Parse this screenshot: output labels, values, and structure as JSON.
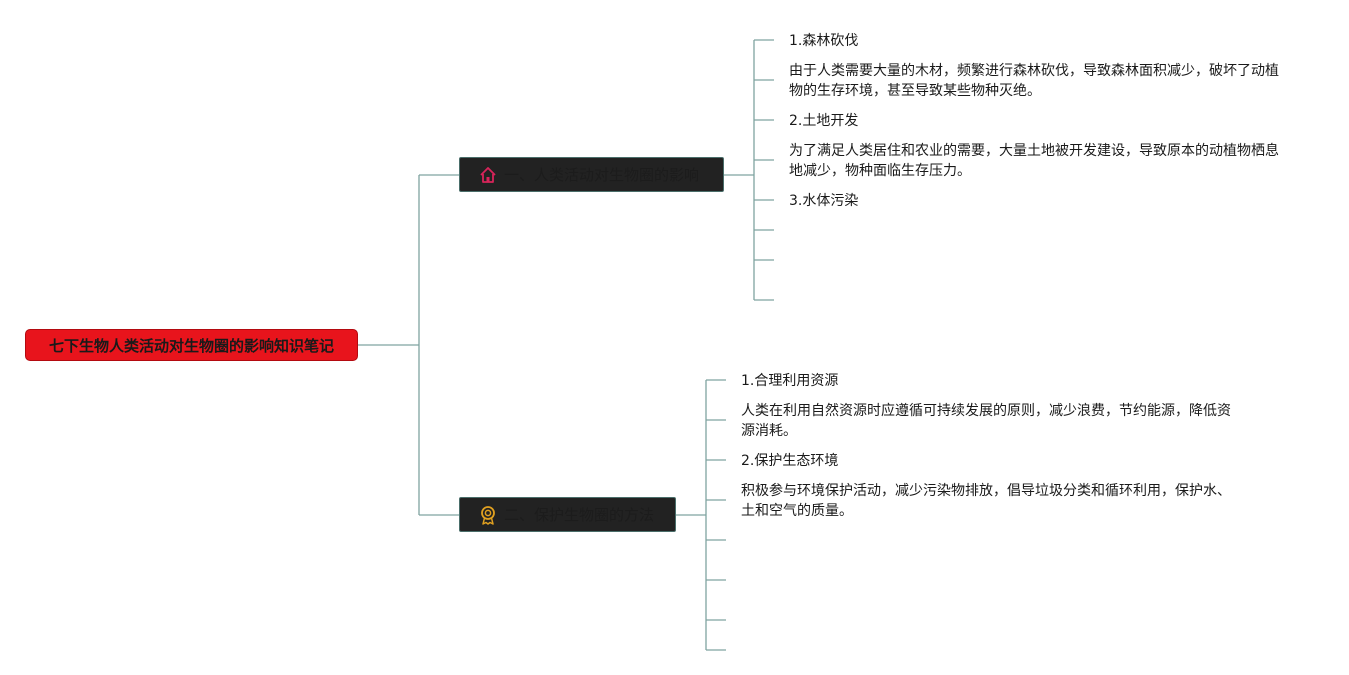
{
  "root": {
    "title": "七下生物人类活动对生物圈的影响知识笔记",
    "color": "#e8141c"
  },
  "branches": [
    {
      "label": "一、人类活动对生物圈的影响",
      "icon": "house-icon",
      "icon_color": "#d8245a",
      "items": [
        {
          "type": "title",
          "text": "1.森林砍伐"
        },
        {
          "type": "body",
          "text": "由于人类需要大量的木材，频繁进行森林砍伐，导致森林面积减少，破坏了动植物的生存环境，甚至导致某些物种灭绝。"
        },
        {
          "type": "title",
          "text": "2.土地开发"
        },
        {
          "type": "body",
          "text": "为了满足人类居住和农业的需要，大量土地被开发建设，导致原本的动植物栖息地减少，物种面临生存压力。"
        },
        {
          "type": "title",
          "text": "3.水体污染"
        }
      ]
    },
    {
      "label": "二、保护生物圈的方法",
      "icon": "award-ribbon-icon",
      "icon_color": "#e0a020",
      "items": [
        {
          "type": "title",
          "text": "1.合理利用资源"
        },
        {
          "type": "body",
          "text": "人类在利用自然资源时应遵循可持续发展的原则，减少浪费，节约能源，降低资源消耗。"
        },
        {
          "type": "title",
          "text": "2.保护生态环境"
        },
        {
          "type": "body",
          "text": "积极参与环境保护活动，减少污染物排放，倡导垃圾分类和循环利用，保护水、土和空气的质量。"
        }
      ]
    }
  ],
  "colors": {
    "connector": "#7fa3a0",
    "branch_fill": "#222222",
    "branch_border": "#4a6e6a"
  }
}
